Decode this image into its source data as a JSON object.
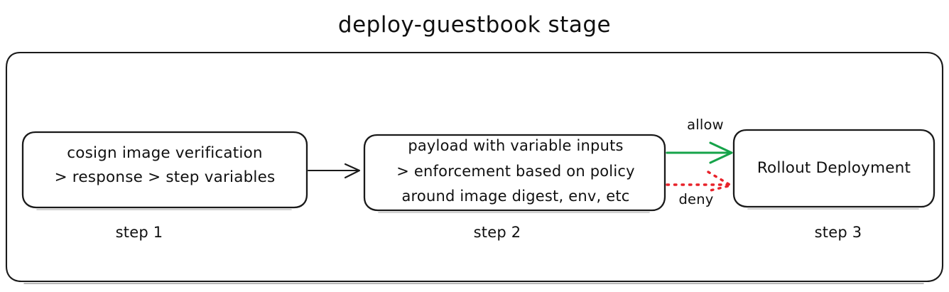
{
  "diagram": {
    "title": "deploy-guestbook stage",
    "background_color": "#ffffff",
    "stroke_color": "#1a1a1a",
    "allow_color": "#16a34a",
    "deny_color": "#e8222a",
    "container": {
      "name": "deploy-guestbook stage container",
      "style": "rounded-rectangle-sketch"
    },
    "nodes": [
      {
        "id": "step1",
        "step_label": "step 1",
        "lines": [
          "cosign image verification",
          "> response > step variables"
        ]
      },
      {
        "id": "step2",
        "step_label": "step 2",
        "lines": [
          "payload with variable inputs",
          "> enforcement based on policy",
          "around image digest, env, etc"
        ]
      },
      {
        "id": "step3",
        "step_label": "step 3",
        "lines": [
          "Rollout Deployment"
        ]
      }
    ],
    "edges": [
      {
        "id": "edge-step1-step2",
        "from": "step1",
        "to": "step2",
        "label": "",
        "style": "solid",
        "color": "#1a1a1a"
      },
      {
        "id": "edge-step2-step3-allow",
        "from": "step2",
        "to": "step3",
        "label": "allow",
        "style": "solid",
        "color": "#16a34a"
      },
      {
        "id": "edge-step2-step3-deny",
        "from": "step2",
        "to": "step3",
        "label": "deny",
        "style": "dotted",
        "color": "#e8222a"
      }
    ]
  }
}
